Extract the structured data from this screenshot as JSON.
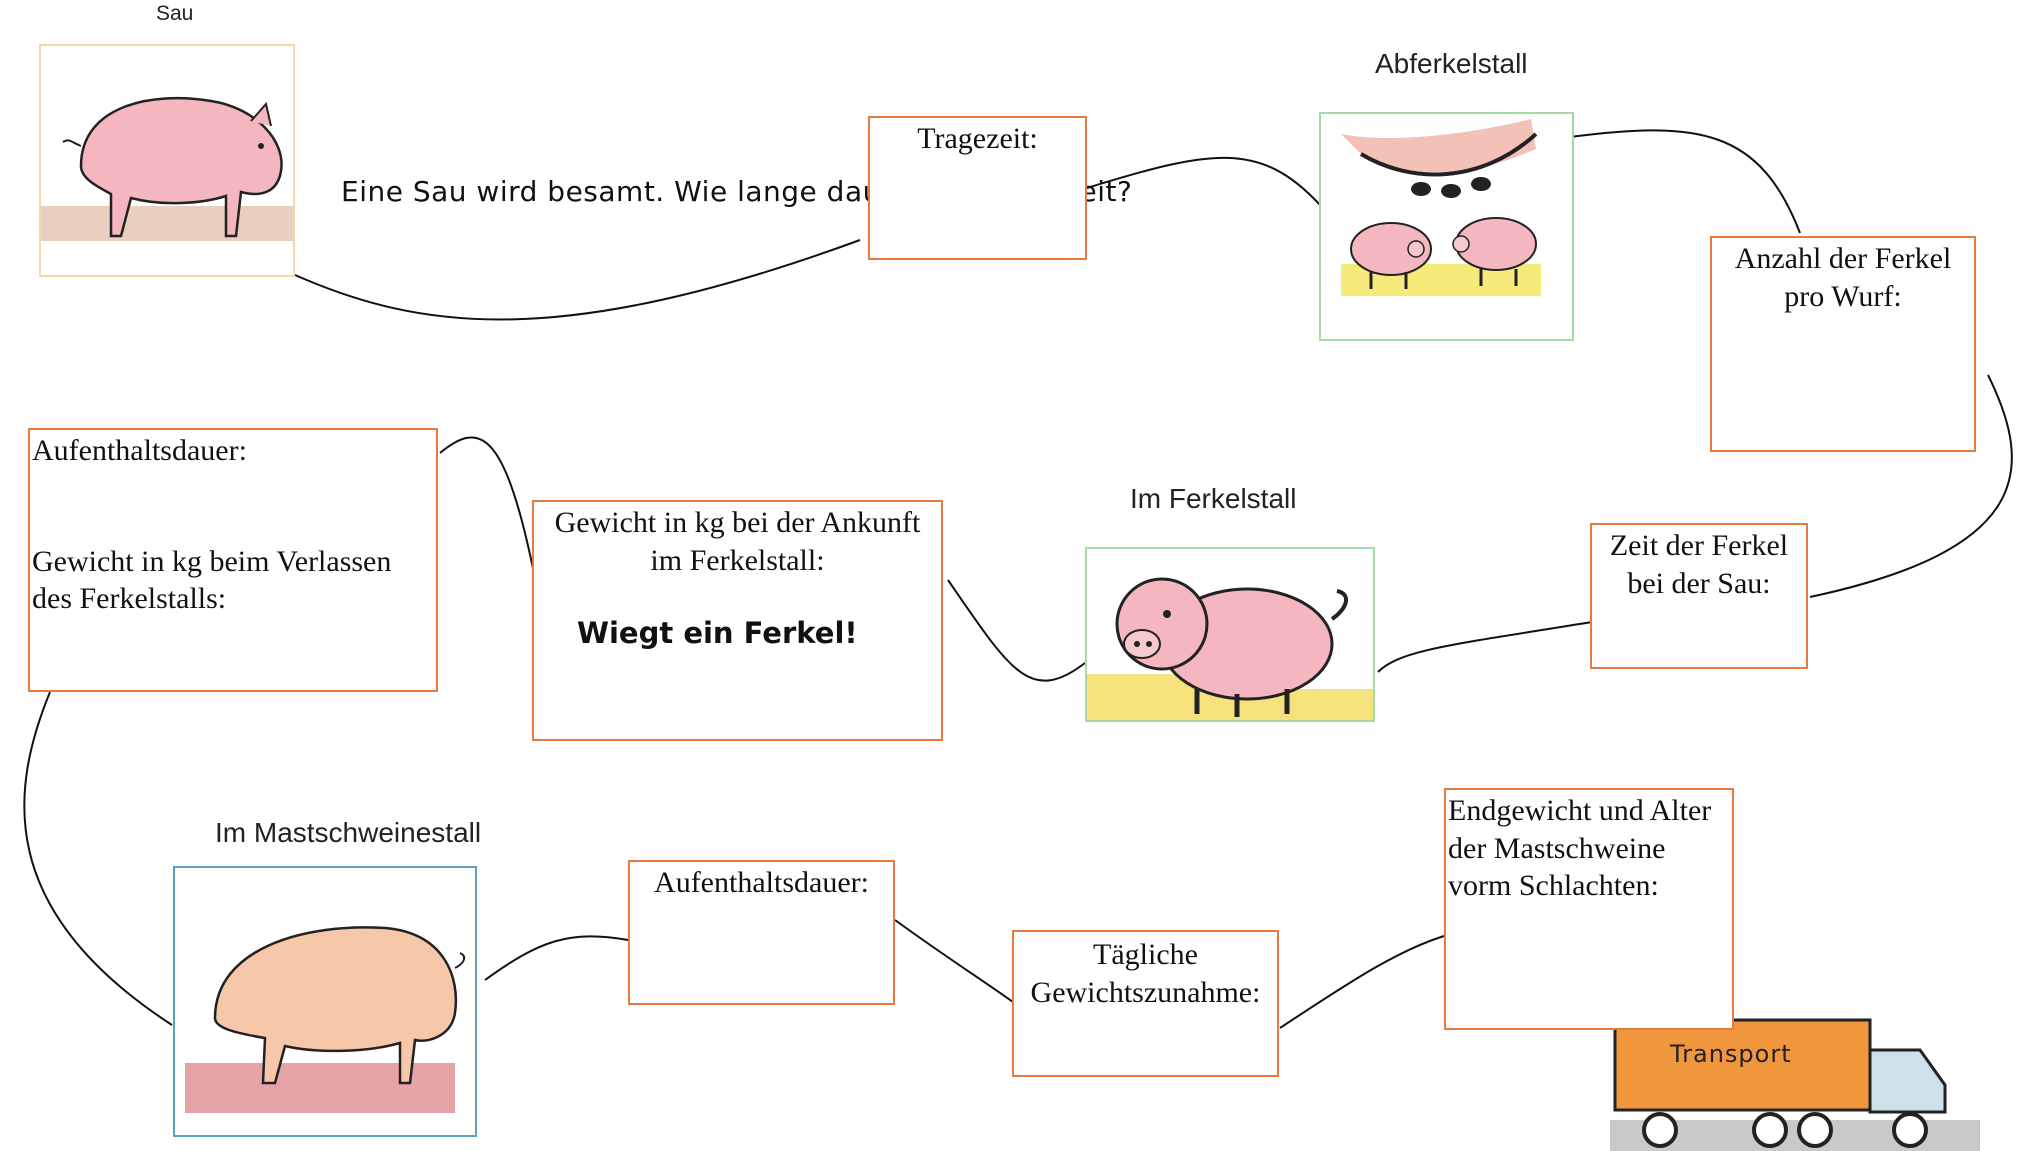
{
  "title": "",
  "captions": {
    "sow": "Sau",
    "farrowing": "Abferkelstall",
    "piglet_barn": "Im Ferkelstall",
    "fattening": "Im Mastschweinestall"
  },
  "instruction": {
    "line1": "Eine Sau wird besamt.",
    "line2": "Wie lange dauert die Tragezeit?"
  },
  "boxes": {
    "tragezeit": "Tragezeit:",
    "anzahl_line1": "Anzahl der Ferkel",
    "anzahl_line2": "pro Wurf:",
    "zeit_line1": "Zeit der Ferkel",
    "zeit_line2": "bei der Sau:",
    "gewicht_ankunft_line1": "Gewicht in kg bei der Ankunft",
    "gewicht_ankunft_line2": "im Ferkelstall:",
    "wiegt": "Wiegt ein Ferkel!",
    "aufenthalt1": "Aufenthaltsdauer:",
    "verlassen_line1": "Gewicht in kg beim Verlassen",
    "verlassen_line2": "des Ferkelstalls:",
    "aufenthalt2": "Aufenthaltsdauer:",
    "zunahme_line1": "Tägliche",
    "zunahme_line2": "Gewichtszunahme:",
    "endgewicht_line1": "Endgewicht und Alter",
    "endgewicht_line2": "der Mastschweine",
    "endgewicht_line3": "vorm Schlachten:"
  },
  "truck_label": "Transport",
  "colors": {
    "box_border": "#e67a3c",
    "pig_pink": "#f2b3ba",
    "ground_yellow": "#f2e07a",
    "truck_orange": "#f0973e"
  },
  "icons": [
    "sow-icon",
    "sow-with-piglets-icon",
    "piglet-icon",
    "fattening-pig-icon",
    "truck-icon"
  ]
}
